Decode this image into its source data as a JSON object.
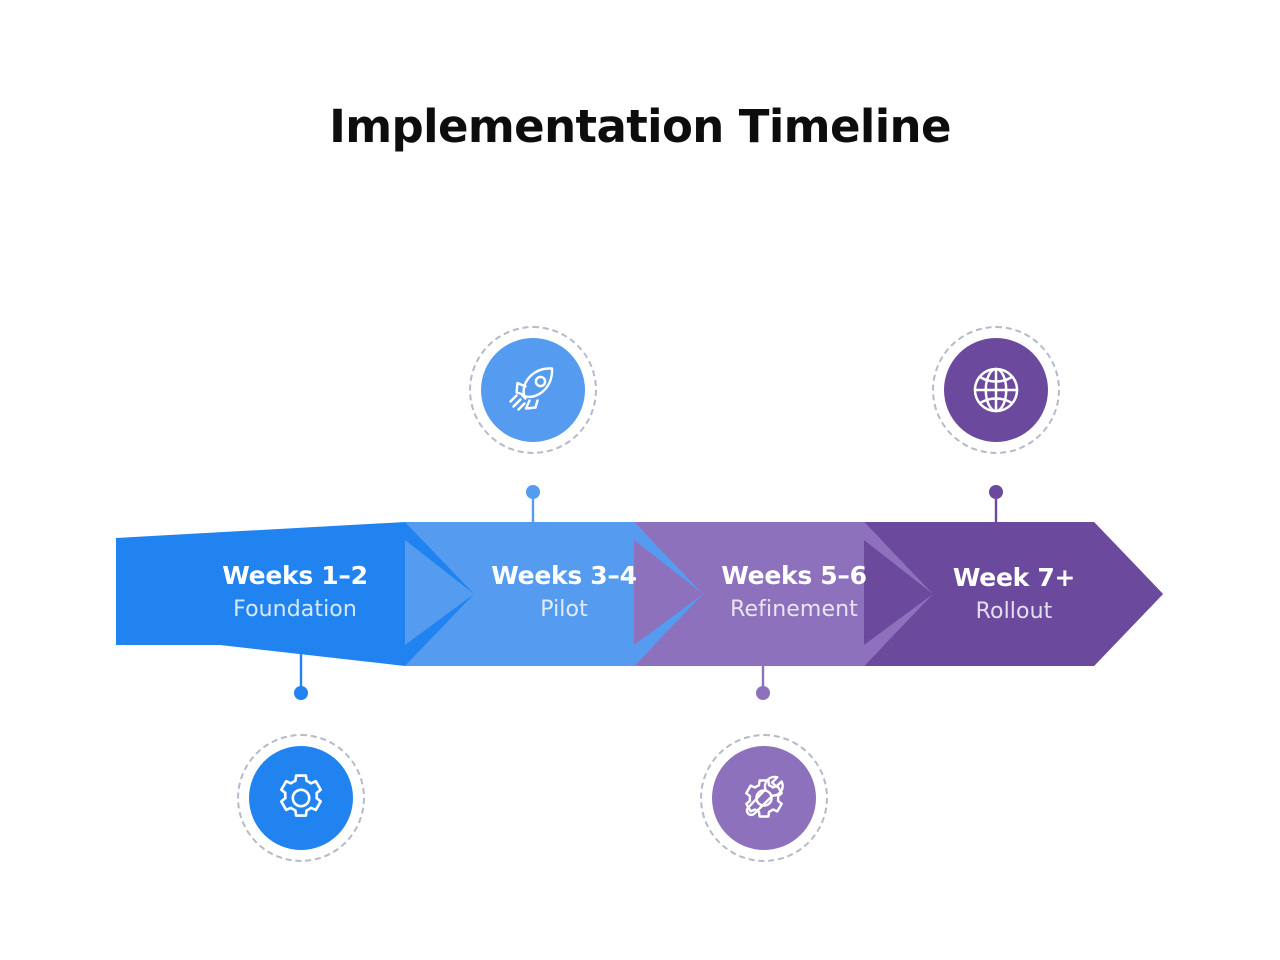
{
  "page": {
    "title": "Implementation Timeline",
    "background": "#ffffff"
  },
  "chart_data": {
    "type": "timeline",
    "title": "Implementation Timeline",
    "orientation": "horizontal",
    "stage_count": 4,
    "stages": [
      {
        "title": "Weeks 1–2",
        "subtitle": "Foundation",
        "color": "#2183f0",
        "icon": "gear-icon",
        "icon_position": "below",
        "connector_color": "#2183f0"
      },
      {
        "title": "Weeks 3–4",
        "subtitle": "Pilot",
        "color": "#559bf0",
        "icon": "rocket-icon",
        "icon_position": "above",
        "connector_color": "#559bf0"
      },
      {
        "title": "Weeks 5–6",
        "subtitle": "Refinement",
        "color": "#8d71bd",
        "icon": "gear-wrench-icon",
        "icon_position": "below",
        "connector_color": "#8d71bd"
      },
      {
        "title": "Week 7+",
        "subtitle": "Rollout",
        "color": "#6b4a9e",
        "icon": "globe-icon",
        "icon_position": "above",
        "connector_color": "#6b4a9e"
      }
    ]
  },
  "palette": {
    "stage1": "#2183f0",
    "stage2": "#559bf0",
    "stage3": "#8d71bd",
    "stage4": "#6b4a9e",
    "title_color": "#0d0d0d",
    "label_color": "#ffffff",
    "sublabel_color": "rgba(255,255,255,0.82)",
    "ring_color": "rgba(120,130,160,0.55)"
  },
  "icons": {
    "gear": "gear-icon",
    "rocket": "rocket-icon",
    "gear_wrench": "gear-wrench-icon",
    "globe": "globe-icon"
  }
}
